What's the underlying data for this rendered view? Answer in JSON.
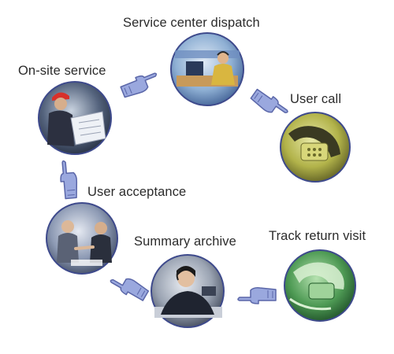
{
  "diagram": {
    "steps": {
      "dispatch": {
        "label": "Service center dispatch",
        "image": "operator at control desk with headset"
      },
      "user_call": {
        "label": "User call",
        "image": "telephone handset on desk"
      },
      "track": {
        "label": "Track return visit",
        "image": "green tinted telephone with cord"
      },
      "summary": {
        "label": "Summary archive",
        "image": "call center agent with headset at desk"
      },
      "acceptance": {
        "label": "User acceptance",
        "image": "two businessmen shaking hands"
      },
      "on_site": {
        "label": "On-site service",
        "image": "engineer in hard hat reviewing plans"
      }
    },
    "arrow_icon": "pointing-hand-icon",
    "colors": {
      "label": "#2b2b2b",
      "arrow_fill": "#9aa8de",
      "arrow_stroke": "#5a66a8",
      "photo_ring": "#3e4a8c"
    }
  }
}
